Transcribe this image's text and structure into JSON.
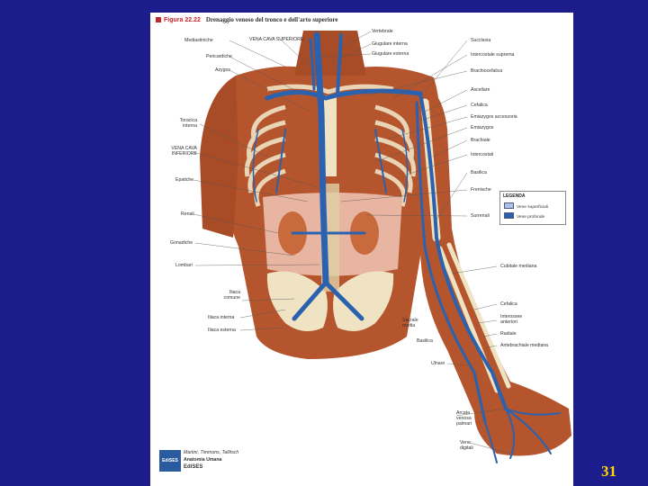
{
  "figure": {
    "label": "Figura 22.22",
    "title": "Drenaggio venoso del tronco e dell'arto superiore"
  },
  "labels_left": [
    "Mediastiniche",
    "Pericardiche",
    "Azygos",
    "Toracica interna",
    "VENA CAVA INFERIORE",
    "Epatiche",
    "Renali",
    "Gonadiche",
    "Lombari",
    "Iliaca comune",
    "Iliaca interna",
    "Iliaca esterna"
  ],
  "labels_top": [
    "VENA CAVA SUPERIORE",
    "Vertebrale",
    "Giugulare interna",
    "Giugulare esterna"
  ],
  "labels_right": [
    "Succlavia",
    "Intercostale suprema",
    "Brachiocefalica",
    "Ascellare",
    "Cefalica",
    "Emiazygos accessoria",
    "Emiazygos",
    "Brachiale",
    "Intercostali",
    "Basilica",
    "Frenische",
    "Surrenali",
    "Cubitale mediana",
    "Cefalica",
    "Interossee anteriori",
    "Radiale",
    "Antebrachiale mediana",
    "Ulnare",
    "Arcata venosa palmari",
    "Vene digitali"
  ],
  "labels_bottom": [
    "Sacrale media",
    "Basilica"
  ],
  "legend": {
    "title": "LEGENDA",
    "items": [
      {
        "label": "Vene superficiali",
        "color": "#a8c4e8"
      },
      {
        "label": "Vene profonde",
        "color": "#2a62b0"
      }
    ]
  },
  "publisher": {
    "logo": "EdiSES",
    "authors": "Martini, Timmons, Tallitsch",
    "book": "Anatomia Umana",
    "name": "EdiSES"
  },
  "slide_number": "31",
  "colors": {
    "background": "#1c1c8c",
    "skin": "#b4552d",
    "vein": "#2a62b0",
    "slide_number": "#ffd700",
    "figure_label": "#c0282b"
  }
}
